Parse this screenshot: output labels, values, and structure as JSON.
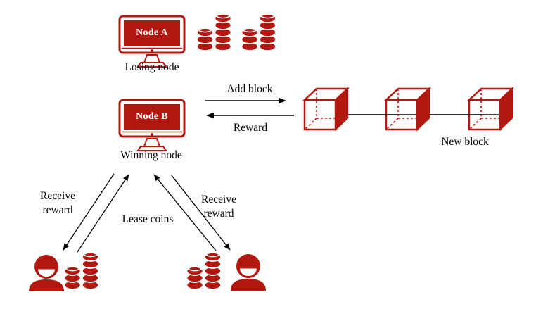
{
  "colors": {
    "red": "#B01810",
    "black": "#000000",
    "white": "#FFFFFF"
  },
  "node_a": {
    "title": "Node A",
    "caption": "Losing node"
  },
  "node_b": {
    "title": "Node B",
    "caption": "Winning node"
  },
  "flows": {
    "add_block": "Add block",
    "reward": "Reward",
    "receive_reward_left": "Receive reward",
    "receive_reward_right": "Receive reward",
    "lease_coins": "Lease coins"
  },
  "blockchain": {
    "caption": "New block",
    "block_count": 3
  },
  "icons": {
    "monitor": "monitor-icon",
    "coins": "coin-stack-icon",
    "block": "cube-icon",
    "person": "person-icon",
    "arrow": "arrow-line"
  }
}
